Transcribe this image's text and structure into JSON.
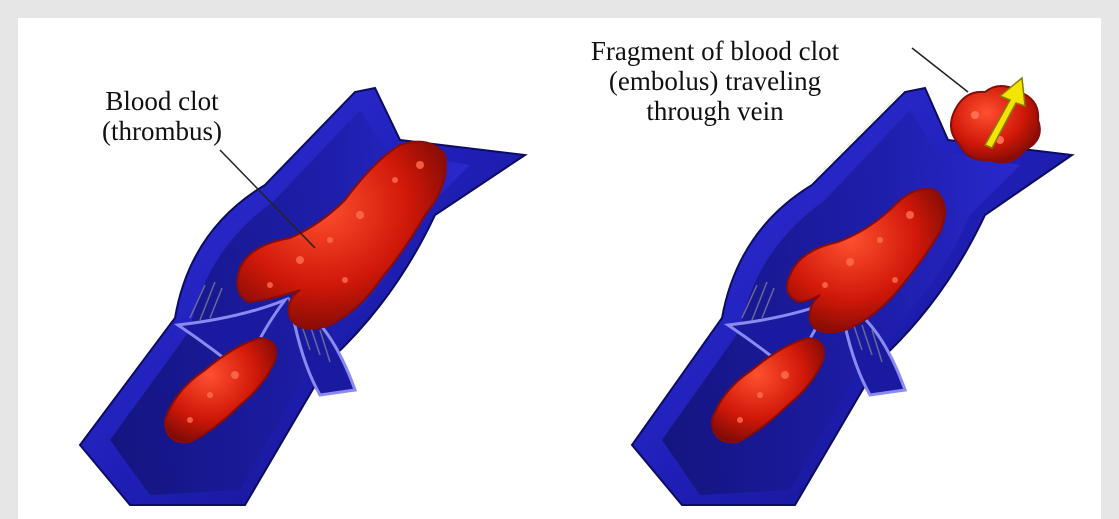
{
  "labels": {
    "thrombus": {
      "line1": "Blood clot",
      "line2": "(thrombus)"
    },
    "embolus": {
      "line1": "Fragment of blood clot",
      "line2": "(embolus) traveling",
      "line3": "through vein"
    }
  },
  "colors": {
    "vein_outer": "#2020c8",
    "vein_inner": "#1a1a9a",
    "vein_highlight": "#6f6ff0",
    "clot": "#d81810",
    "clot_highlight": "#ff5a3a",
    "arrow": "#f2e600",
    "background": "#ffffff",
    "border": "#e6e6e6"
  }
}
